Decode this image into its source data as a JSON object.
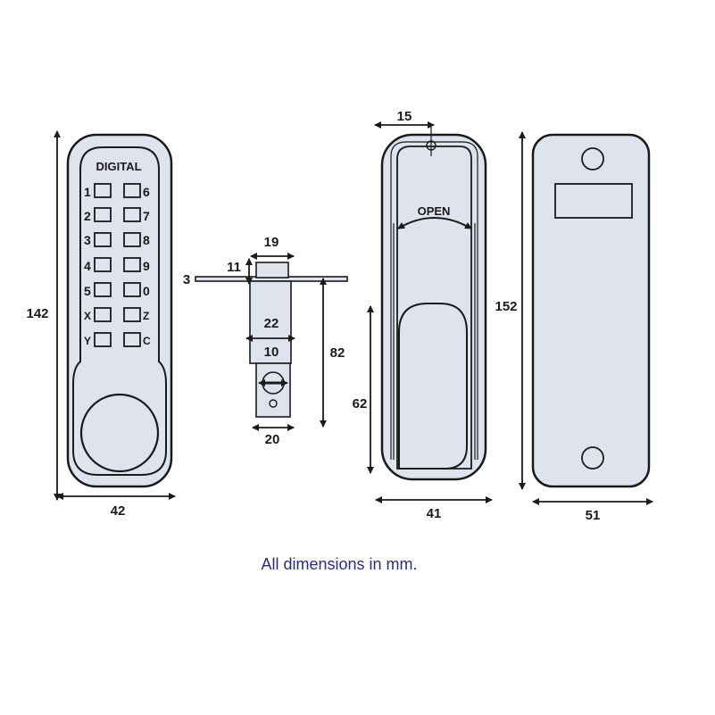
{
  "diagram": {
    "keypad_brand": "DIGITAL",
    "keypad_keys": {
      "left": [
        "1",
        "2",
        "3",
        "4",
        "5",
        "X",
        "Y"
      ],
      "right": [
        "6",
        "7",
        "8",
        "9",
        "0",
        "Z",
        "C"
      ]
    },
    "open_label": "OPEN",
    "dimensions": {
      "front_height": "142",
      "front_width": "42",
      "latch_backset_width": "19",
      "latch_face_height": "11",
      "latch_plate_thickness": "3",
      "latch_body_width": "22",
      "latch_inner_width": "10",
      "latch_length": "82",
      "latch_tail_width": "20",
      "side_offset": "15",
      "side_handle_height": "62",
      "side_width": "41",
      "back_height": "152",
      "back_width": "51"
    },
    "caption": "All dimensions in mm."
  },
  "colors": {
    "panel_fill": "#dee3ee",
    "line": "#1a1a1a",
    "caption": "#2a2f7a"
  }
}
